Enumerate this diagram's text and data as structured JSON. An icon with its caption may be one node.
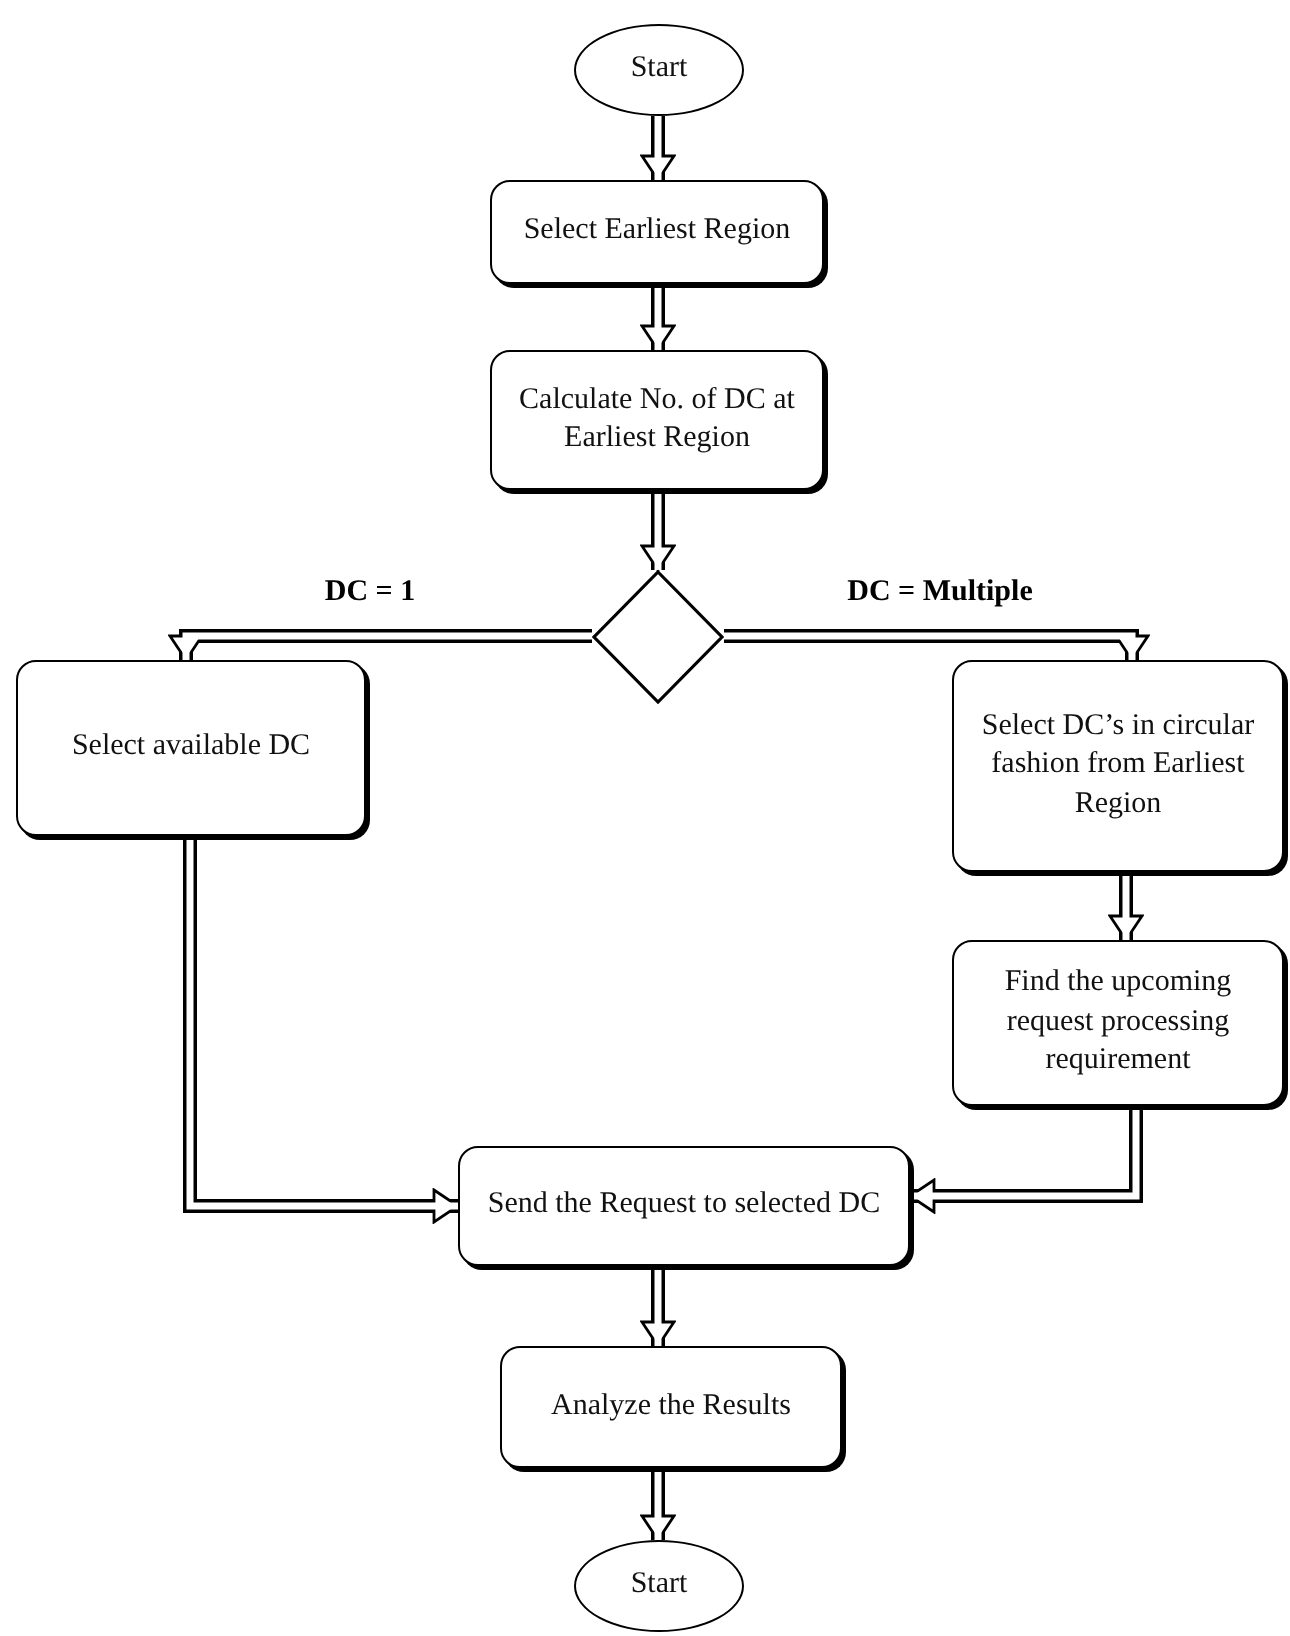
{
  "diagram": {
    "nodes": [
      {
        "text": [
          "Start"
        ]
      },
      {
        "text": [
          "Select Earliest Region"
        ]
      },
      {
        "text": [
          "Calculate No. of DC at Earliest Region"
        ]
      },
      {
        "text": [],
        "shape": "diamond"
      },
      {
        "text": [
          "Select available DC"
        ]
      },
      {
        "text": [
          "Select DC’s in circular fashion from Earliest Region"
        ]
      },
      {
        "text": [
          "Find the upcoming request processing requirement"
        ]
      },
      {
        "text": [
          "Send the Request to selected DC"
        ]
      },
      {
        "text": [
          "Analyze the Results"
        ]
      },
      {
        "text": [
          "Start"
        ]
      }
    ],
    "edges": [
      {
        "from": 0,
        "to": 1,
        "arrow": "to"
      },
      {
        "from": 1,
        "to": 2,
        "arrow": "to"
      },
      {
        "from": 2,
        "to": 3,
        "arrow": "to"
      },
      {
        "from": 3,
        "to": 4,
        "arrow": "to",
        "label": "DC = 1"
      },
      {
        "from": 3,
        "to": 5,
        "arrow": "to",
        "label": "DC = Multiple"
      },
      {
        "from": 5,
        "to": 6,
        "arrow": "to"
      },
      {
        "from": 6,
        "to": 7,
        "arrow": "to"
      },
      {
        "from": 4,
        "to": 7,
        "arrow": "to"
      },
      {
        "from": 7,
        "to": 8,
        "arrow": "to"
      },
      {
        "from": 8,
        "to": 9,
        "arrow": "to"
      }
    ]
  }
}
